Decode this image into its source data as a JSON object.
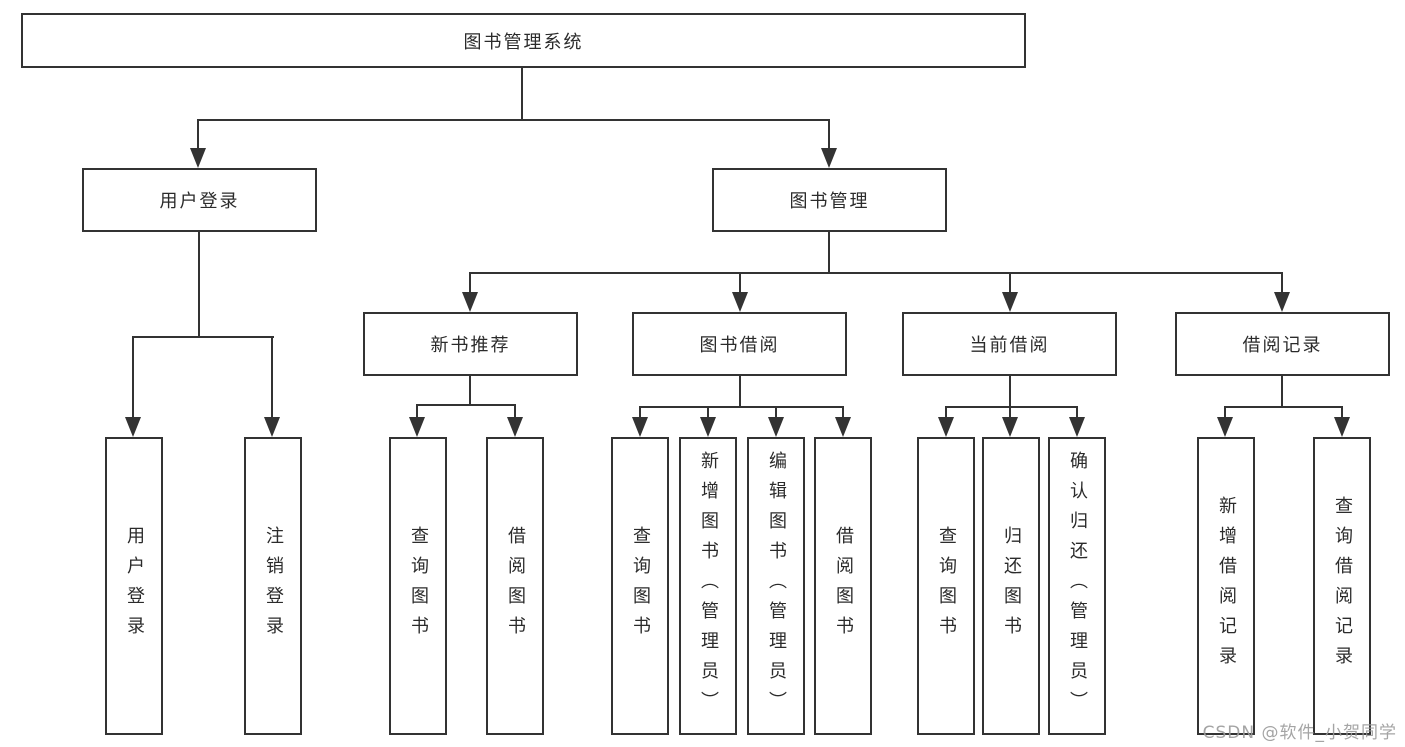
{
  "colors": {
    "background": "#ffffff",
    "line": "#333333",
    "box_border": "#333333",
    "text": "#2b2b2b",
    "watermark": "#9b9b9b"
  },
  "root": {
    "label": "图书管理系统"
  },
  "level2": [
    {
      "label": "用户登录"
    },
    {
      "label": "图书管理"
    }
  ],
  "level3": [
    {
      "label": "新书推荐",
      "parent": "图书管理"
    },
    {
      "label": "图书借阅",
      "parent": "图书管理"
    },
    {
      "label": "当前借阅",
      "parent": "图书管理"
    },
    {
      "label": "借阅记录",
      "parent": "图书管理"
    }
  ],
  "leaves": [
    {
      "label": "用户登录",
      "parent": "用户登录"
    },
    {
      "label": "注销登录",
      "parent": "用户登录"
    },
    {
      "label": "查询图书",
      "parent": "新书推荐"
    },
    {
      "label": "借阅图书",
      "parent": "新书推荐"
    },
    {
      "label": "查询图书",
      "parent": "图书借阅"
    },
    {
      "label": "新增图书（管理员）",
      "parent": "图书借阅"
    },
    {
      "label": "编辑图书（管理员）",
      "parent": "图书借阅"
    },
    {
      "label": "借阅图书",
      "parent": "图书借阅"
    },
    {
      "label": "查询图书",
      "parent": "当前借阅"
    },
    {
      "label": "归还图书",
      "parent": "当前借阅"
    },
    {
      "label": "确认归还（管理员）",
      "parent": "当前借阅"
    },
    {
      "label": "新增借阅记录",
      "parent": "借阅记录"
    },
    {
      "label": "查询借阅记录",
      "parent": "借阅记录"
    }
  ],
  "watermark": {
    "text": "CSDN @软件_小贺同学"
  }
}
